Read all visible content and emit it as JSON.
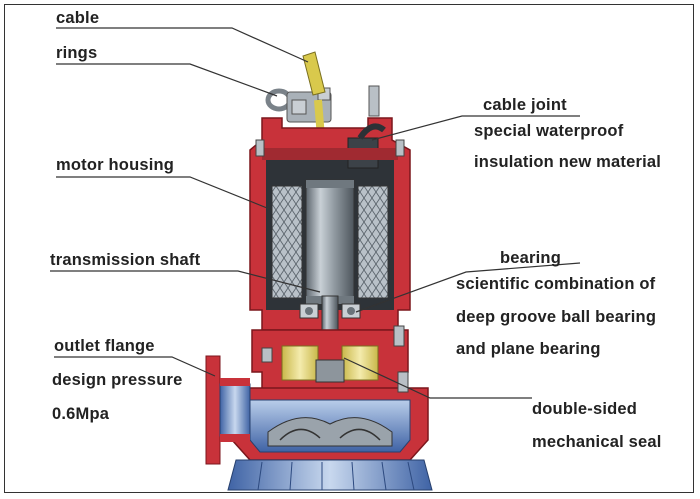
{
  "labels": {
    "cable": "cable",
    "rings": "rings",
    "motor_housing": "motor housing",
    "transmission_shaft": "transmission shaft",
    "outlet_flange": "outlet flange",
    "design_pressure": "design pressure",
    "pressure_value": "0.6Mpa",
    "cable_joint": "cable joint",
    "special_waterproof": "special waterproof",
    "insulation_material": "insulation new material",
    "bearing": "bearing",
    "bearing_desc_1": "scientific combination of",
    "bearing_desc_2": "deep groove ball bearing",
    "bearing_desc_3": "and plane bearing",
    "double_sided": "double-sided",
    "mechanical_seal": "mechanical seal"
  },
  "colors": {
    "casing_red": "#c8323a",
    "casing_red_dark": "#8e1c23",
    "steel": "#9aa3ab",
    "steel_dark": "#4b535b",
    "blue_pump": "#4f78b8",
    "blue_light": "#8fb0dc",
    "seal_yellow": "#e6d97a",
    "cable_yellow": "#d9c94c",
    "leader_line": "#333333"
  }
}
